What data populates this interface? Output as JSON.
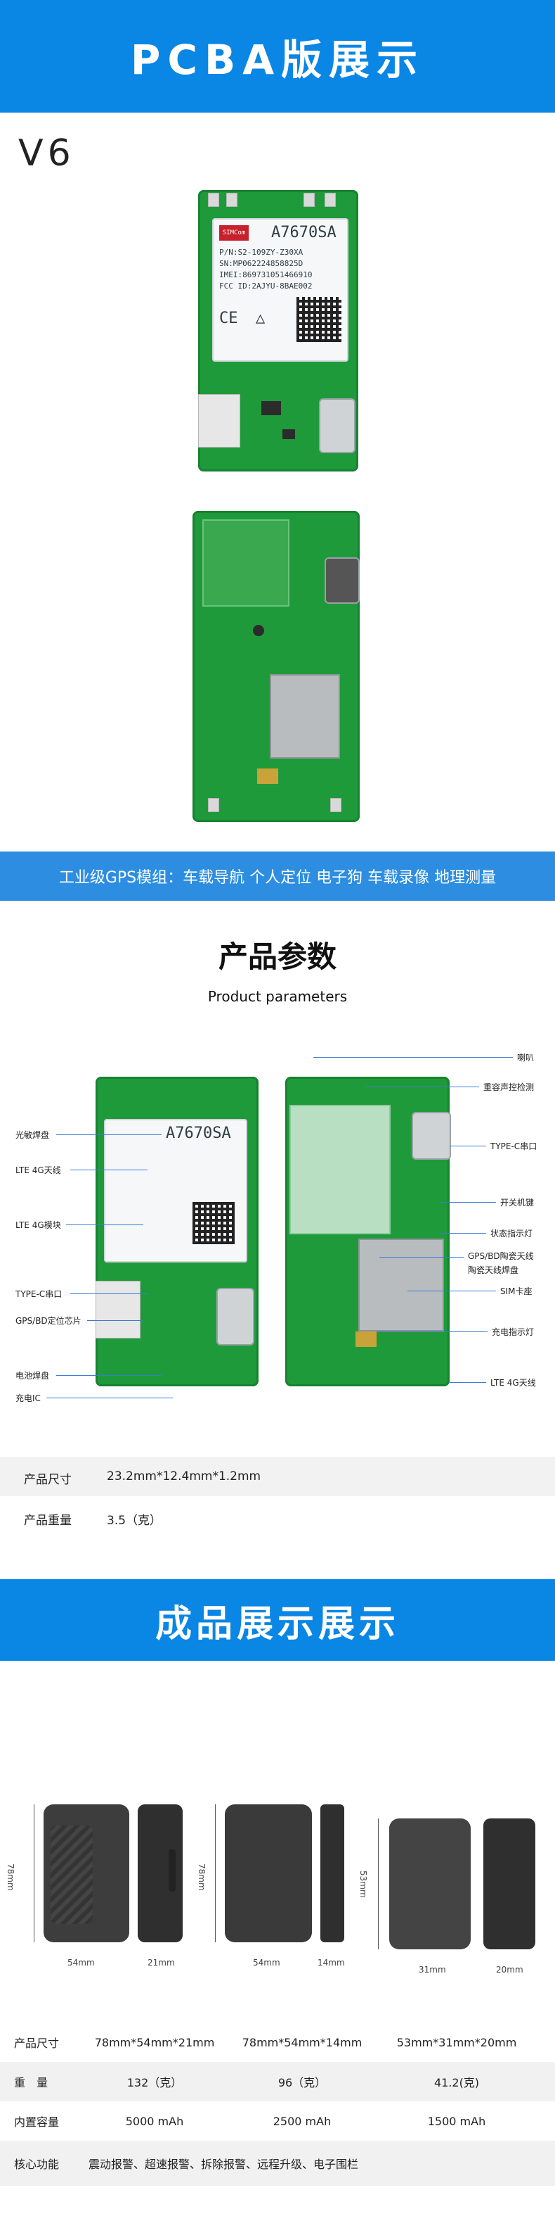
{
  "header": {
    "title": "PCBA版展示"
  },
  "version_label": "V6",
  "module_chip": {
    "model": "A7670SA",
    "brand": "SIMCom",
    "pn": "P/N:S2-109ZY-Z30XA",
    "sn": "SN:MP062224858825D",
    "imei": "IMEI:869731051466910",
    "fcc": "FCC ID:2AJYU-8BAE002"
  },
  "features_strip": "工业级GPS模组：车载导航 个人定位 电子狗 车载录像 地理测量",
  "parameters": {
    "title": "产品参数",
    "subtitle": "Product parameters",
    "left_labels": [
      "光敏焊盘",
      "LTE 4G天线",
      "LTE 4G模块",
      "TYPE-C串口",
      "GPS/BD定位芯片",
      "电池焊盘",
      "充电IC"
    ],
    "right_labels": [
      "喇叭",
      "重容声控检测",
      "TYPE-C串口",
      "开关机键",
      "状态指示灯",
      "GPS/BD陶瓷天线",
      "陶瓷天线焊盘",
      "SIM卡座",
      "充电指示灯",
      "LTE 4G天线"
    ],
    "specs": [
      {
        "label": "产品尺寸",
        "value": "23.2mm*12.4mm*1.2mm"
      },
      {
        "label": "产品重量",
        "value": "3.5（克）"
      }
    ]
  },
  "finished": {
    "title": "成品展示展示",
    "dims": {
      "d1_h": "78mm",
      "d1_w": "54mm",
      "d1_t": "21mm",
      "d2_h": "78mm",
      "d2_w": "54mm",
      "d2_t": "14mm",
      "d3_h": "53mm",
      "d3_w": "31mm",
      "d3_t": "20mm"
    },
    "table": {
      "size": {
        "label": "产品尺寸",
        "values": [
          "78mm*54mm*21mm",
          "78mm*54mm*14mm",
          "53mm*31mm*20mm"
        ]
      },
      "weight": {
        "label": "重　量",
        "values": [
          "132（克）",
          "96（克）",
          "41.2(克)"
        ]
      },
      "battery": {
        "label": "内置容量",
        "values": [
          "5000 mAh",
          "2500 mAh",
          "1500 mAh"
        ]
      },
      "features": {
        "label": "核心功能",
        "value": "震动报警、超速报警、拆除报警、远程升级、电子围栏"
      }
    }
  }
}
